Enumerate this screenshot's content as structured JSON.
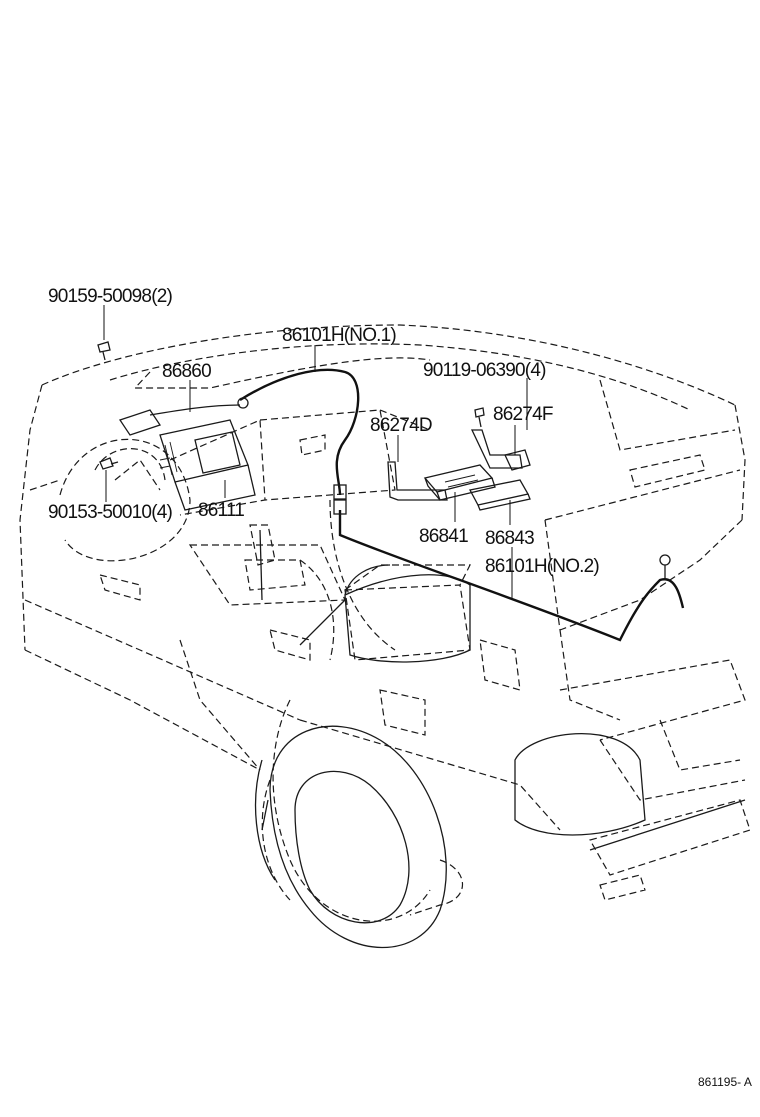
{
  "labels": {
    "screw_top": "90159-50098(2)",
    "cord_no1": "86101H(NO.1)",
    "part_86860": "86860",
    "screw_right": "90119-06390(4)",
    "bracket_f": "86274F",
    "bracket_d": "86274D",
    "screw_left": "90153-50010(4)",
    "part_86111": "86111",
    "part_86841": "86841",
    "part_86843": "86843",
    "cord_no2": "86101H(NO.2)"
  },
  "figure_code": "861195- A"
}
